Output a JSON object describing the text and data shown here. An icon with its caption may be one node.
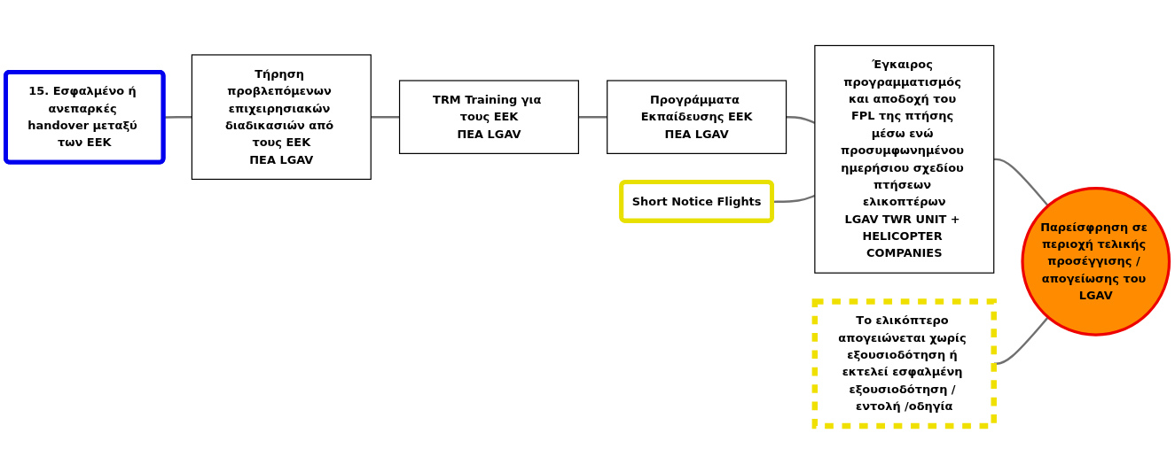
{
  "diagram": {
    "nodes": [
      {
        "text": [
          "15. Εσφαλμένο ή ανεπαρκές handover μεταξύ των ΕΕΚ"
        ]
      },
      {
        "text": [
          "Τήρηση προβλεπόμενων επιχειρησιακών διαδικασιών από τους ΕΕΚ",
          "ΠΕΑ LGAV"
        ]
      },
      {
        "text": [
          "TRM Training για τους ΕΕΚ",
          "ΠΕΑ LGAV"
        ]
      },
      {
        "text": [
          "Προγράμματα Εκπαίδευσης ΕΕΚ",
          "ΠΕΑ LGAV"
        ]
      },
      {
        "text": [
          "Έγκαιρος προγραμματισμός και αποδοχή του FPL της πτήσης μέσω ενώ προσυμφωνημένου ημερήσιου σχεδίου πτήσεων ελικοπτέρων",
          "LGAV TWR UNIT + HELICOPTER COMPANIES"
        ]
      },
      {
        "text": [
          "Short Notice Flights"
        ]
      },
      {
        "text": [
          "Παρείσφρηση σε περιοχή τελικής προσέγγισης / απογείωσης του LGAV"
        ]
      },
      {
        "text": [
          "Το ελικόπτερο απογειώνεται χωρίς εξουσιοδότηση ή εκτελεί εσφαλμένη εξουσιοδότηση / εντολή /οδηγία"
        ]
      }
    ],
    "edges": [
      {
        "from": 0,
        "to": 1,
        "arrow": "none"
      },
      {
        "from": 1,
        "to": 2,
        "arrow": "none"
      },
      {
        "from": 2,
        "to": 3,
        "arrow": "none"
      },
      {
        "from": 3,
        "to": 4,
        "arrow": "none"
      },
      {
        "from": 4,
        "to": 6,
        "arrow": "none"
      },
      {
        "from": 5,
        "to": 4,
        "arrow": "none"
      },
      {
        "from": 7,
        "to": 6,
        "arrow": "none"
      }
    ]
  }
}
